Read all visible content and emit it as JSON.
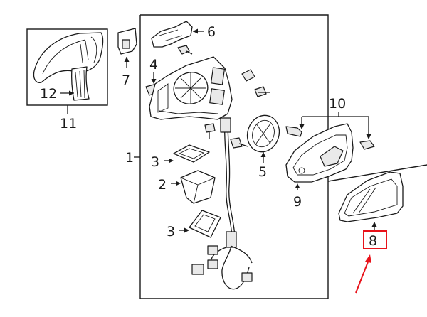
{
  "callouts": {
    "c1": "1",
    "c2": "2",
    "c3a": "3",
    "c3b": "3",
    "c4": "4",
    "c5": "5",
    "c6": "6",
    "c7": "7",
    "c8": "8",
    "c9": "9",
    "c10": "10",
    "c11": "11",
    "c12": "12"
  },
  "highlight": {
    "part": "8",
    "color": "#e8121a",
    "arrow_color": "#e8121a"
  },
  "line_color": "#1a1a1a"
}
